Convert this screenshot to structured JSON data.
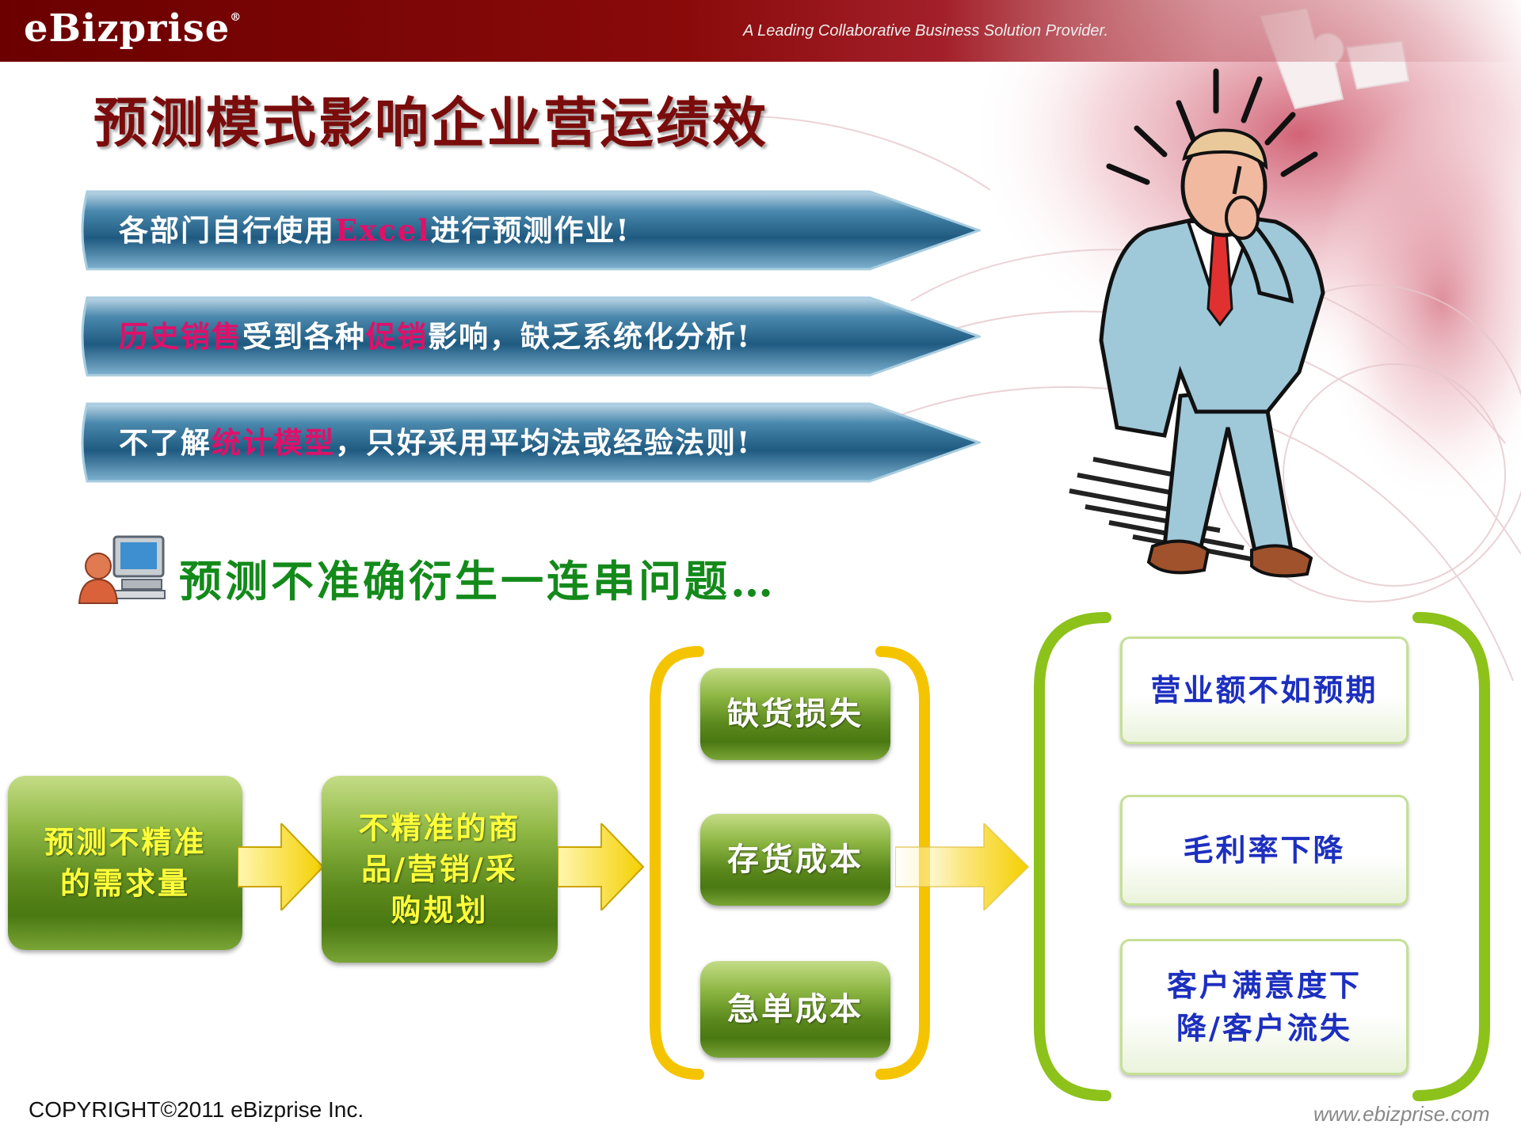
{
  "header": {
    "logo": "eBizprise",
    "logo_mark": "®",
    "tagline": "A Leading Collaborative Business Solution Provider."
  },
  "title": "预测模式影响企业营运绩效",
  "bullets": [
    {
      "parts": [
        {
          "text": "各部门自行使用",
          "hl": false
        },
        {
          "text": "Excel",
          "hl": true
        },
        {
          "text": "进行预测作业!",
          "hl": false
        }
      ]
    },
    {
      "parts": [
        {
          "text": "历史销售",
          "hl": true
        },
        {
          "text": "受到各种",
          "hl": false
        },
        {
          "text": "促销",
          "hl": true
        },
        {
          "text": "影响，缺乏系统化分析!",
          "hl": false
        }
      ]
    },
    {
      "parts": [
        {
          "text": "不了解",
          "hl": false
        },
        {
          "text": "统计模型",
          "hl": true
        },
        {
          "text": "，只好采用平均法或经验法则!",
          "hl": false
        }
      ]
    }
  ],
  "problem": {
    "icon": "user-computer-icon",
    "text": "预测不准确衍生一连串问题…"
  },
  "flow": {
    "step1": "预测不精准的需求量",
    "step2": "不精准的商品/营销/采购规划",
    "costs": [
      "缺货损失",
      "存货成本",
      "急单成本"
    ],
    "results": [
      "营业额不如预期",
      "毛利率下降",
      "客户满意度下降/客户流失"
    ]
  },
  "footer": {
    "copyright": "COPYRIGHT©2011 eBizprise Inc.",
    "website": "www.ebizprise.com"
  },
  "colors": {
    "header": "#7a0000",
    "title": "#7a0c0c",
    "highlight": "#e0106a",
    "problem": "#138a1a",
    "bracket_yellow": "#f5c400",
    "bracket_green": "#8cc21a",
    "result_text": "#1d2fbf"
  }
}
